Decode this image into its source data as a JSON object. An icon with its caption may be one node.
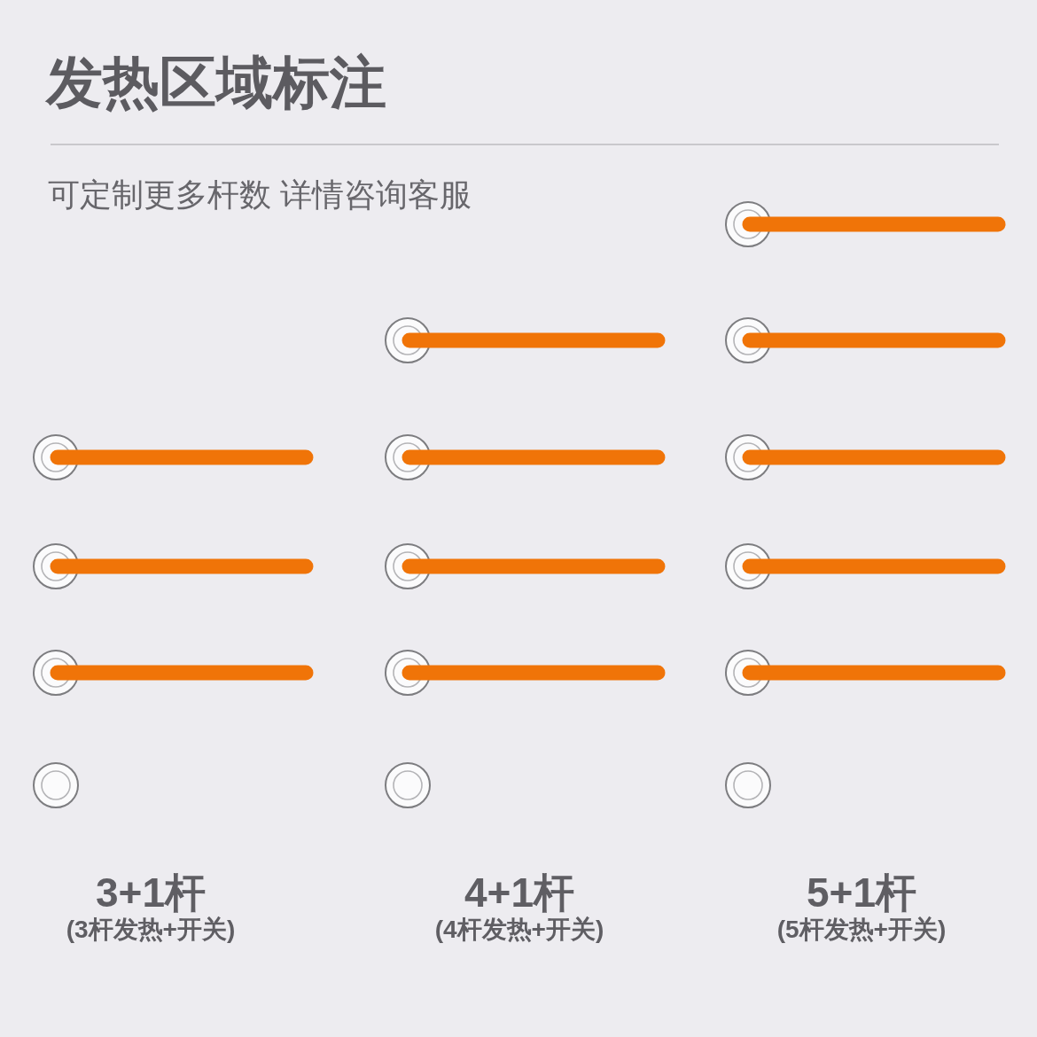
{
  "diagram": {
    "title": "发热区域标注",
    "labels": [
      "可定制更多杆数 详情咨询客服",
      "3+1杆",
      "4+1杆",
      "5+1杆",
      "(3杆发热+开关)",
      "(4杆发热+开关)",
      "(5杆发热+开关)"
    ]
  }
}
